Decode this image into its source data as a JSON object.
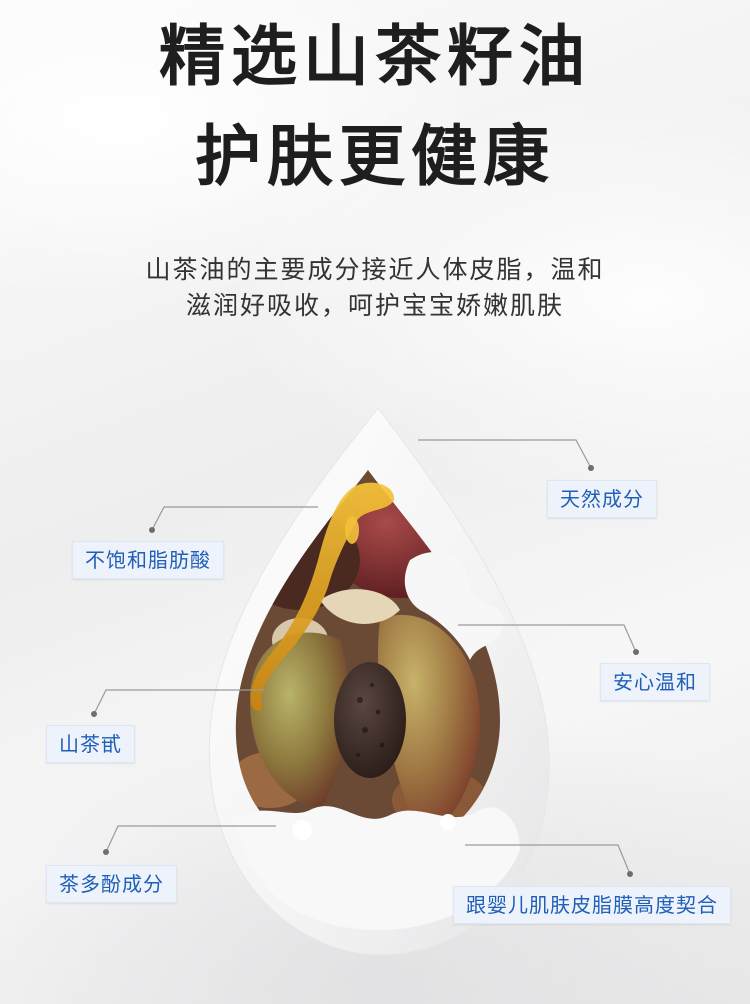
{
  "headline": {
    "line1": "精选山茶籽油",
    "line2": "护肤更健康"
  },
  "description": {
    "line1": "山茶油的主要成分接近人体皮脂，温和",
    "line2": "滋润好吸收，呵护宝宝娇嫩肌肤"
  },
  "features": {
    "natural": "天然成分",
    "unsaturated_fatty_acids": "不饱和脂肪酸",
    "gentle": "安心温和",
    "camellia_ingredient": "山茶甙",
    "tea_polyphenols": "茶多酚成分",
    "sebum_match": "跟婴儿肌肤皮脂膜高度契合"
  },
  "colors": {
    "label_text": "#1f5fb8",
    "label_bg": "#eef3fb",
    "title": "#1e1e1e",
    "oil": "#e0a21a"
  }
}
